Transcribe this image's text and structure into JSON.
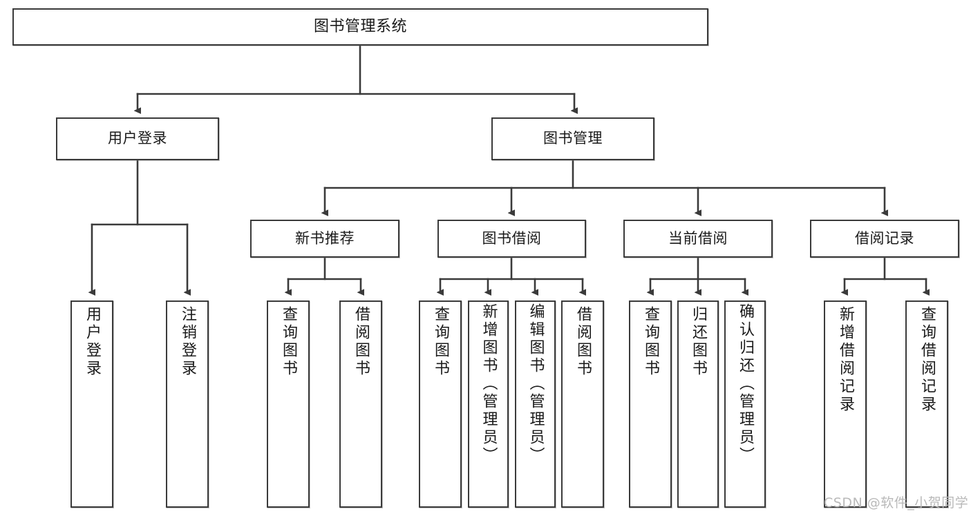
{
  "diagram": {
    "title": "图书管理系统",
    "type": "tree-structure-chart",
    "root": {
      "label": "图书管理系统"
    },
    "level2": [
      {
        "label": "用户登录"
      },
      {
        "label": "图书管理"
      }
    ],
    "level3": [
      {
        "label": "新书推荐"
      },
      {
        "label": "图书借阅"
      },
      {
        "label": "当前借阅"
      },
      {
        "label": "借阅记录"
      }
    ],
    "leaves_user_login": [
      {
        "label": "用户登录"
      },
      {
        "label": "注销登录"
      }
    ],
    "leaves_new_book": [
      {
        "label": "查询图书"
      },
      {
        "label": "借阅图书"
      }
    ],
    "leaves_borrow": [
      {
        "label": "查询图书"
      },
      {
        "label": "新增图书（管理员）"
      },
      {
        "label": "编辑图书（管理员）"
      },
      {
        "label": "借阅图书"
      }
    ],
    "leaves_current": [
      {
        "label": "查询图书"
      },
      {
        "label": "归还图书"
      },
      {
        "label": "确认归还（管理员）"
      }
    ],
    "leaves_records": [
      {
        "label": "新增借阅记录"
      },
      {
        "label": "查询借阅记录"
      }
    ]
  },
  "watermark": {
    "text": "CSDN @软件_小贺同学"
  },
  "colors": {
    "stroke": "#3a3a3a",
    "fill": "#ffffff",
    "text": "#1a1a1a",
    "watermark": "#b9b9b9"
  }
}
